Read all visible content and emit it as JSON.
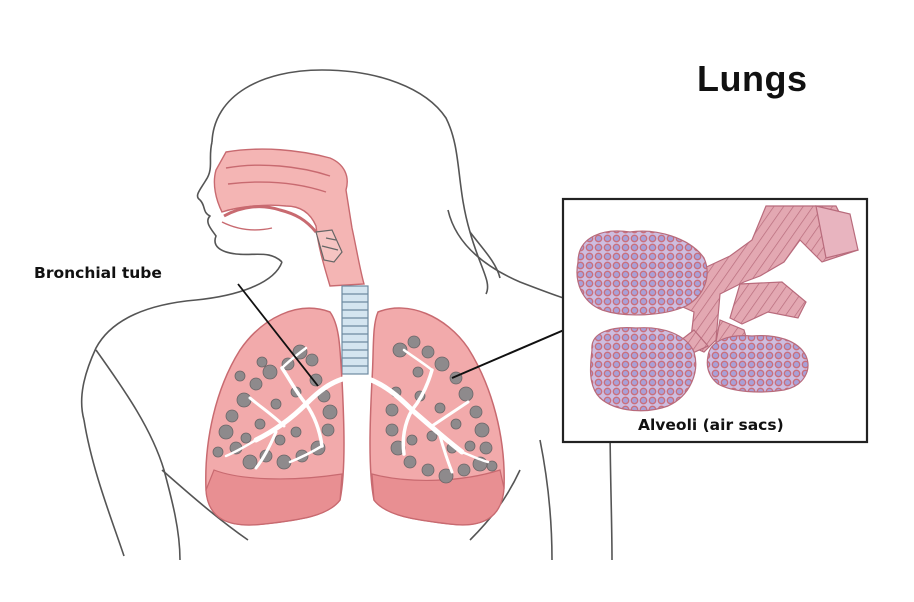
{
  "diagram": {
    "title": "Lungs",
    "labels": {
      "bronchial_tube": "Bronchial tube",
      "alveoli": "Alveoli (air sacs)"
    }
  },
  "colors": {
    "outline": "#555555",
    "lung_fill": "#f2aaab",
    "lung_stroke": "#c86a70",
    "lung_lower": "#e88f92",
    "airway_pink": "#f4b5b4",
    "alveoli_gray": "#8e8a8c",
    "bronchi_white": "#ffffff",
    "trachea_blue": "#d4e5f0",
    "alveoli_lilac": "#c8b6dc",
    "alveoli_red": "#cf6e7a",
    "inset_border": "#222222"
  }
}
